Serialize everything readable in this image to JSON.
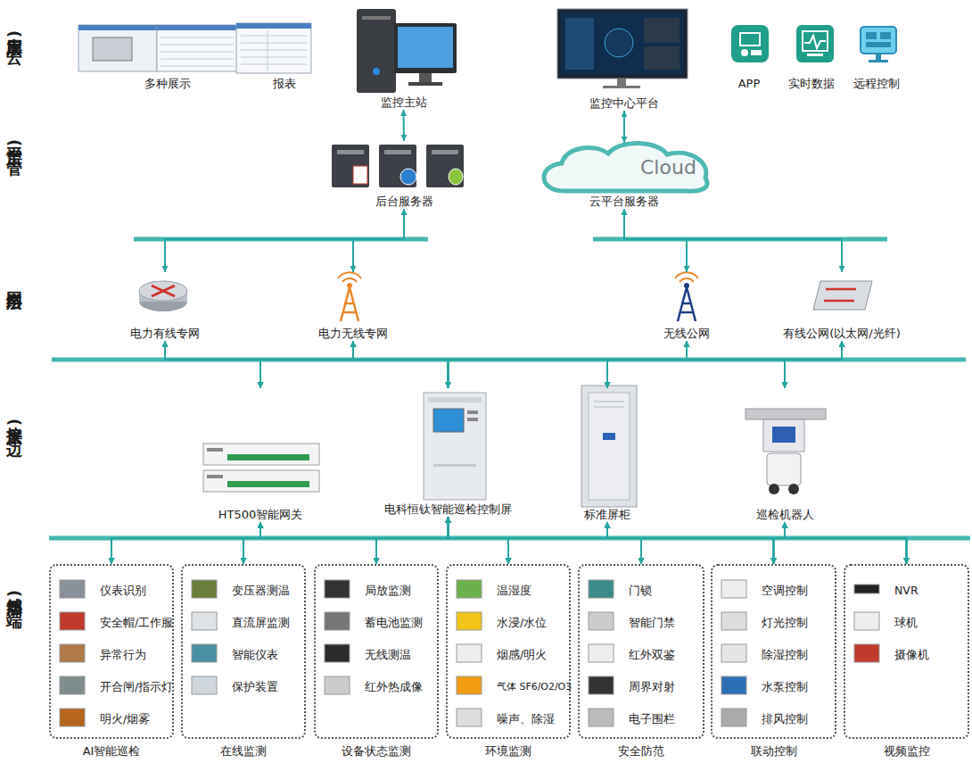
{
  "diagram": {
    "nodes": [
      {
        "text": [
          "多种展示"
        ]
      },
      {
        "text": [
          "报表"
        ]
      },
      {
        "text": [
          "监控主站"
        ]
      },
      {
        "text": [
          "监控中心平台"
        ]
      },
      {
        "text": [
          "APP"
        ]
      },
      {
        "text": [
          "实时数据"
        ]
      },
      {
        "text": [
          "远程控制"
        ]
      },
      {
        "text": [
          "后台服务器"
        ]
      },
      {
        "text": [
          "Cloud",
          "云平台服务器"
        ]
      },
      {
        "text": [
          "电力有线专网"
        ]
      },
      {
        "text": [
          "电力无线专网"
        ]
      },
      {
        "text": [
          "无线公网"
        ]
      },
      {
        "text": [
          "有线公网(以太网/光纤)"
        ]
      },
      {
        "text": [
          "HT500智能网关"
        ]
      },
      {
        "text": [
          "电科恒钛智能巡检控制屏"
        ]
      },
      {
        "text": [
          "标准屏柜"
        ]
      },
      {
        "text": [
          "巡检机器人"
        ]
      },
      {
        "text": [
          "AI智能巡检"
        ]
      },
      {
        "text": [
          "仪表识别"
        ],
        "in": 17
      },
      {
        "text": [
          "安全帽/工作服"
        ],
        "in": 17
      },
      {
        "text": [
          "异常行为"
        ],
        "in": 17
      },
      {
        "text": [
          "开合闸/指示灯"
        ],
        "in": 17
      },
      {
        "text": [
          "明火/烟雾"
        ],
        "in": 17
      },
      {
        "text": [
          "在线监测"
        ]
      },
      {
        "text": [
          "变压器测温"
        ],
        "in": 23
      },
      {
        "text": [
          "直流屏监测"
        ],
        "in": 23
      },
      {
        "text": [
          "智能仪表"
        ],
        "in": 23
      },
      {
        "text": [
          "保护装置"
        ],
        "in": 23
      },
      {
        "text": [
          "设备状态监测"
        ]
      },
      {
        "text": [
          "局放监测"
        ],
        "in": 28
      },
      {
        "text": [
          "蓄电池监测"
        ],
        "in": 28
      },
      {
        "text": [
          "无线测温"
        ],
        "in": 28
      },
      {
        "text": [
          "红外热成像"
        ],
        "in": 28
      },
      {
        "text": [
          "环境监测"
        ]
      },
      {
        "text": [
          "温湿度"
        ],
        "in": 33
      },
      {
        "text": [
          "水浸/水位"
        ],
        "in": 33
      },
      {
        "text": [
          "烟感/明火"
        ],
        "in": 33
      },
      {
        "text": [
          "气体 SF6/O2/O3"
        ],
        "in": 33
      },
      {
        "text": [
          "噪声、除湿"
        ],
        "in": 33
      },
      {
        "text": [
          "安全防范"
        ]
      },
      {
        "text": [
          "门锁"
        ],
        "in": 39
      },
      {
        "text": [
          "智能门禁"
        ],
        "in": 39
      },
      {
        "text": [
          "红外双鉴"
        ],
        "in": 39
      },
      {
        "text": [
          "周界对射"
        ],
        "in": 39
      },
      {
        "text": [
          "电子围栏"
        ],
        "in": 39
      },
      {
        "text": [
          "联动控制"
        ]
      },
      {
        "text": [
          "空调控制"
        ],
        "in": 45
      },
      {
        "text": [
          "灯光控制"
        ],
        "in": 45
      },
      {
        "text": [
          "除湿控制"
        ],
        "in": 45
      },
      {
        "text": [
          "水泵控制"
        ],
        "in": 45
      },
      {
        "text": [
          "排风控制"
        ],
        "in": 45
      },
      {
        "text": [
          "视频监控"
        ]
      },
      {
        "text": [
          "NVR"
        ],
        "in": 51
      },
      {
        "text": [
          "球机"
        ],
        "in": 51
      },
      {
        "text": [
          "摄像机"
        ],
        "in": 51
      }
    ],
    "edges": [
      {
        "from": 2,
        "to": 7,
        "arrow": "both"
      },
      {
        "from": 3,
        "to": 8,
        "arrow": "both"
      },
      {
        "from": 7,
        "to": 9,
        "arrow": "both"
      },
      {
        "from": 7,
        "to": 10,
        "arrow": "both"
      },
      {
        "from": 8,
        "to": 11,
        "arrow": "both"
      },
      {
        "from": 8,
        "to": 12,
        "arrow": "both"
      },
      {
        "from": 9,
        "to": 13,
        "arrow": "both"
      },
      {
        "from": 9,
        "to": 14,
        "arrow": "both"
      },
      {
        "from": 9,
        "to": 15,
        "arrow": "both"
      },
      {
        "from": 9,
        "to": 16,
        "arrow": "both"
      },
      {
        "from": 10,
        "to": 13,
        "arrow": "both"
      },
      {
        "from": 10,
        "to": 14,
        "arrow": "both"
      },
      {
        "from": 10,
        "to": 15,
        "arrow": "both"
      },
      {
        "from": 10,
        "to": 16,
        "arrow": "both"
      },
      {
        "from": 11,
        "to": 13,
        "arrow": "both"
      },
      {
        "from": 11,
        "to": 14,
        "arrow": "both"
      },
      {
        "from": 11,
        "to": 15,
        "arrow": "both"
      },
      {
        "from": 11,
        "to": 16,
        "arrow": "both"
      },
      {
        "from": 12,
        "to": 13,
        "arrow": "both"
      },
      {
        "from": 12,
        "to": 14,
        "arrow": "both"
      },
      {
        "from": 12,
        "to": 15,
        "arrow": "both"
      },
      {
        "from": 12,
        "to": 16,
        "arrow": "both"
      },
      {
        "from": 13,
        "to": 17,
        "arrow": "both"
      },
      {
        "from": 13,
        "to": 23,
        "arrow": "both"
      },
      {
        "from": 13,
        "to": 28,
        "arrow": "both"
      },
      {
        "from": 13,
        "to": 33,
        "arrow": "both"
      },
      {
        "from": 13,
        "to": 39,
        "arrow": "both"
      },
      {
        "from": 13,
        "to": 45,
        "arrow": "both"
      },
      {
        "from": 13,
        "to": 51,
        "arrow": "both"
      },
      {
        "from": 14,
        "to": 17,
        "arrow": "both"
      },
      {
        "from": 14,
        "to": 23,
        "arrow": "both"
      },
      {
        "from": 14,
        "to": 28,
        "arrow": "both"
      },
      {
        "from": 14,
        "to": 33,
        "arrow": "both"
      },
      {
        "from": 14,
        "to": 39,
        "arrow": "both"
      },
      {
        "from": 14,
        "to": 45,
        "arrow": "both"
      },
      {
        "from": 14,
        "to": 51,
        "arrow": "both"
      },
      {
        "from": 15,
        "to": 17,
        "arrow": "both"
      },
      {
        "from": 15,
        "to": 23,
        "arrow": "both"
      },
      {
        "from": 15,
        "to": 28,
        "arrow": "both"
      },
      {
        "from": 15,
        "to": 33,
        "arrow": "both"
      },
      {
        "from": 15,
        "to": 39,
        "arrow": "both"
      },
      {
        "from": 15,
        "to": 45,
        "arrow": "both"
      },
      {
        "from": 15,
        "to": 51,
        "arrow": "both"
      },
      {
        "from": 16,
        "to": 17,
        "arrow": "both"
      },
      {
        "from": 16,
        "to": 23,
        "arrow": "both"
      },
      {
        "from": 16,
        "to": 28,
        "arrow": "both"
      },
      {
        "from": 16,
        "to": 33,
        "arrow": "both"
      },
      {
        "from": 16,
        "to": 39,
        "arrow": "both"
      },
      {
        "from": 16,
        "to": 45,
        "arrow": "both"
      },
      {
        "from": 16,
        "to": 51,
        "arrow": "both"
      }
    ],
    "labels": [
      "应用层(云)",
      "平台层(管)",
      "网络层",
      "接入层(边)",
      "感知层(端)"
    ]
  }
}
